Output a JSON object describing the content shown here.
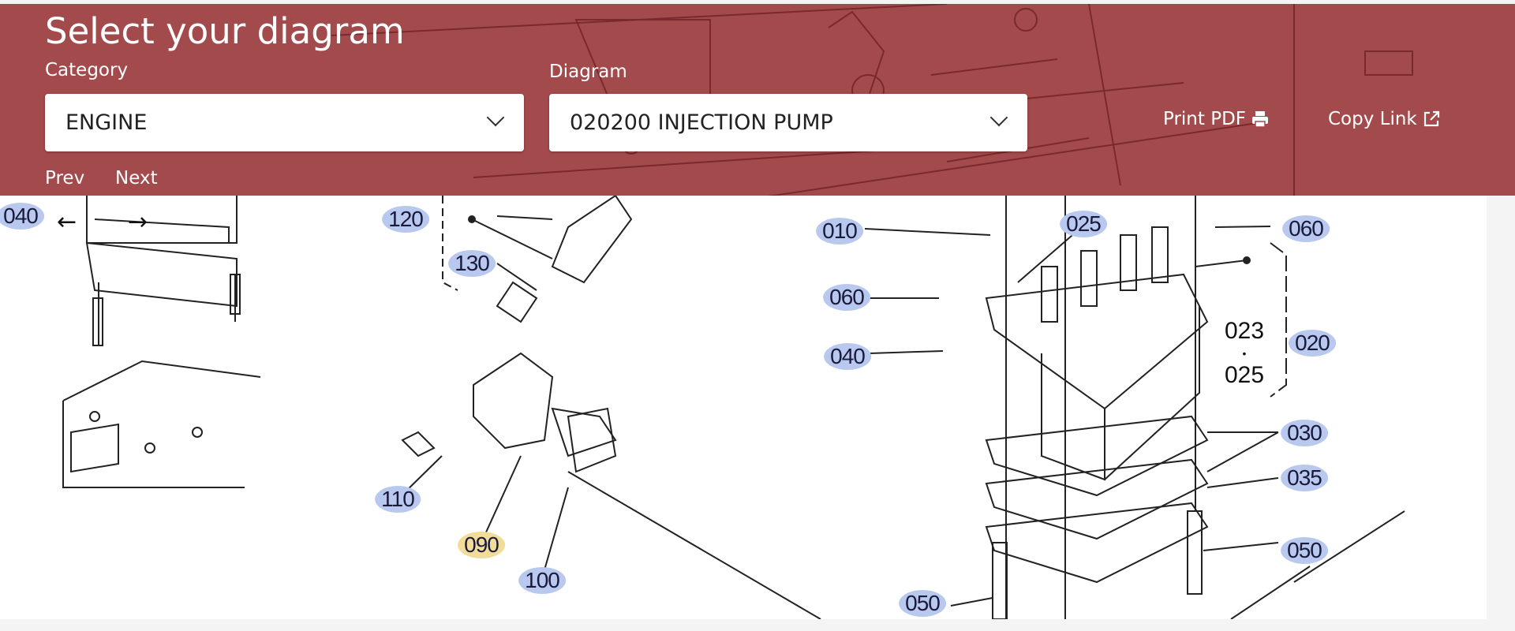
{
  "header": {
    "title": "Select your diagram",
    "category_label": "Category",
    "category_value": "ENGINE",
    "diagram_label": "Diagram",
    "diagram_value": "020200 INJECTION PUMP",
    "print_label": "Print PDF",
    "copy_label": "Copy Link",
    "prev_label": "Prev",
    "next_label": "Next",
    "accent_color": "#a34a4c"
  },
  "arrows": {
    "left": "←",
    "right": "→"
  },
  "diagram": {
    "callouts": [
      "040",
      "120",
      "130",
      "110",
      "090",
      "100",
      "010",
      "025",
      "060",
      "060",
      "040",
      "020",
      "030",
      "035",
      "050",
      "050"
    ],
    "selected_callout": "090",
    "note_top": "023",
    "note_dot": "•",
    "note_bottom": "025"
  }
}
